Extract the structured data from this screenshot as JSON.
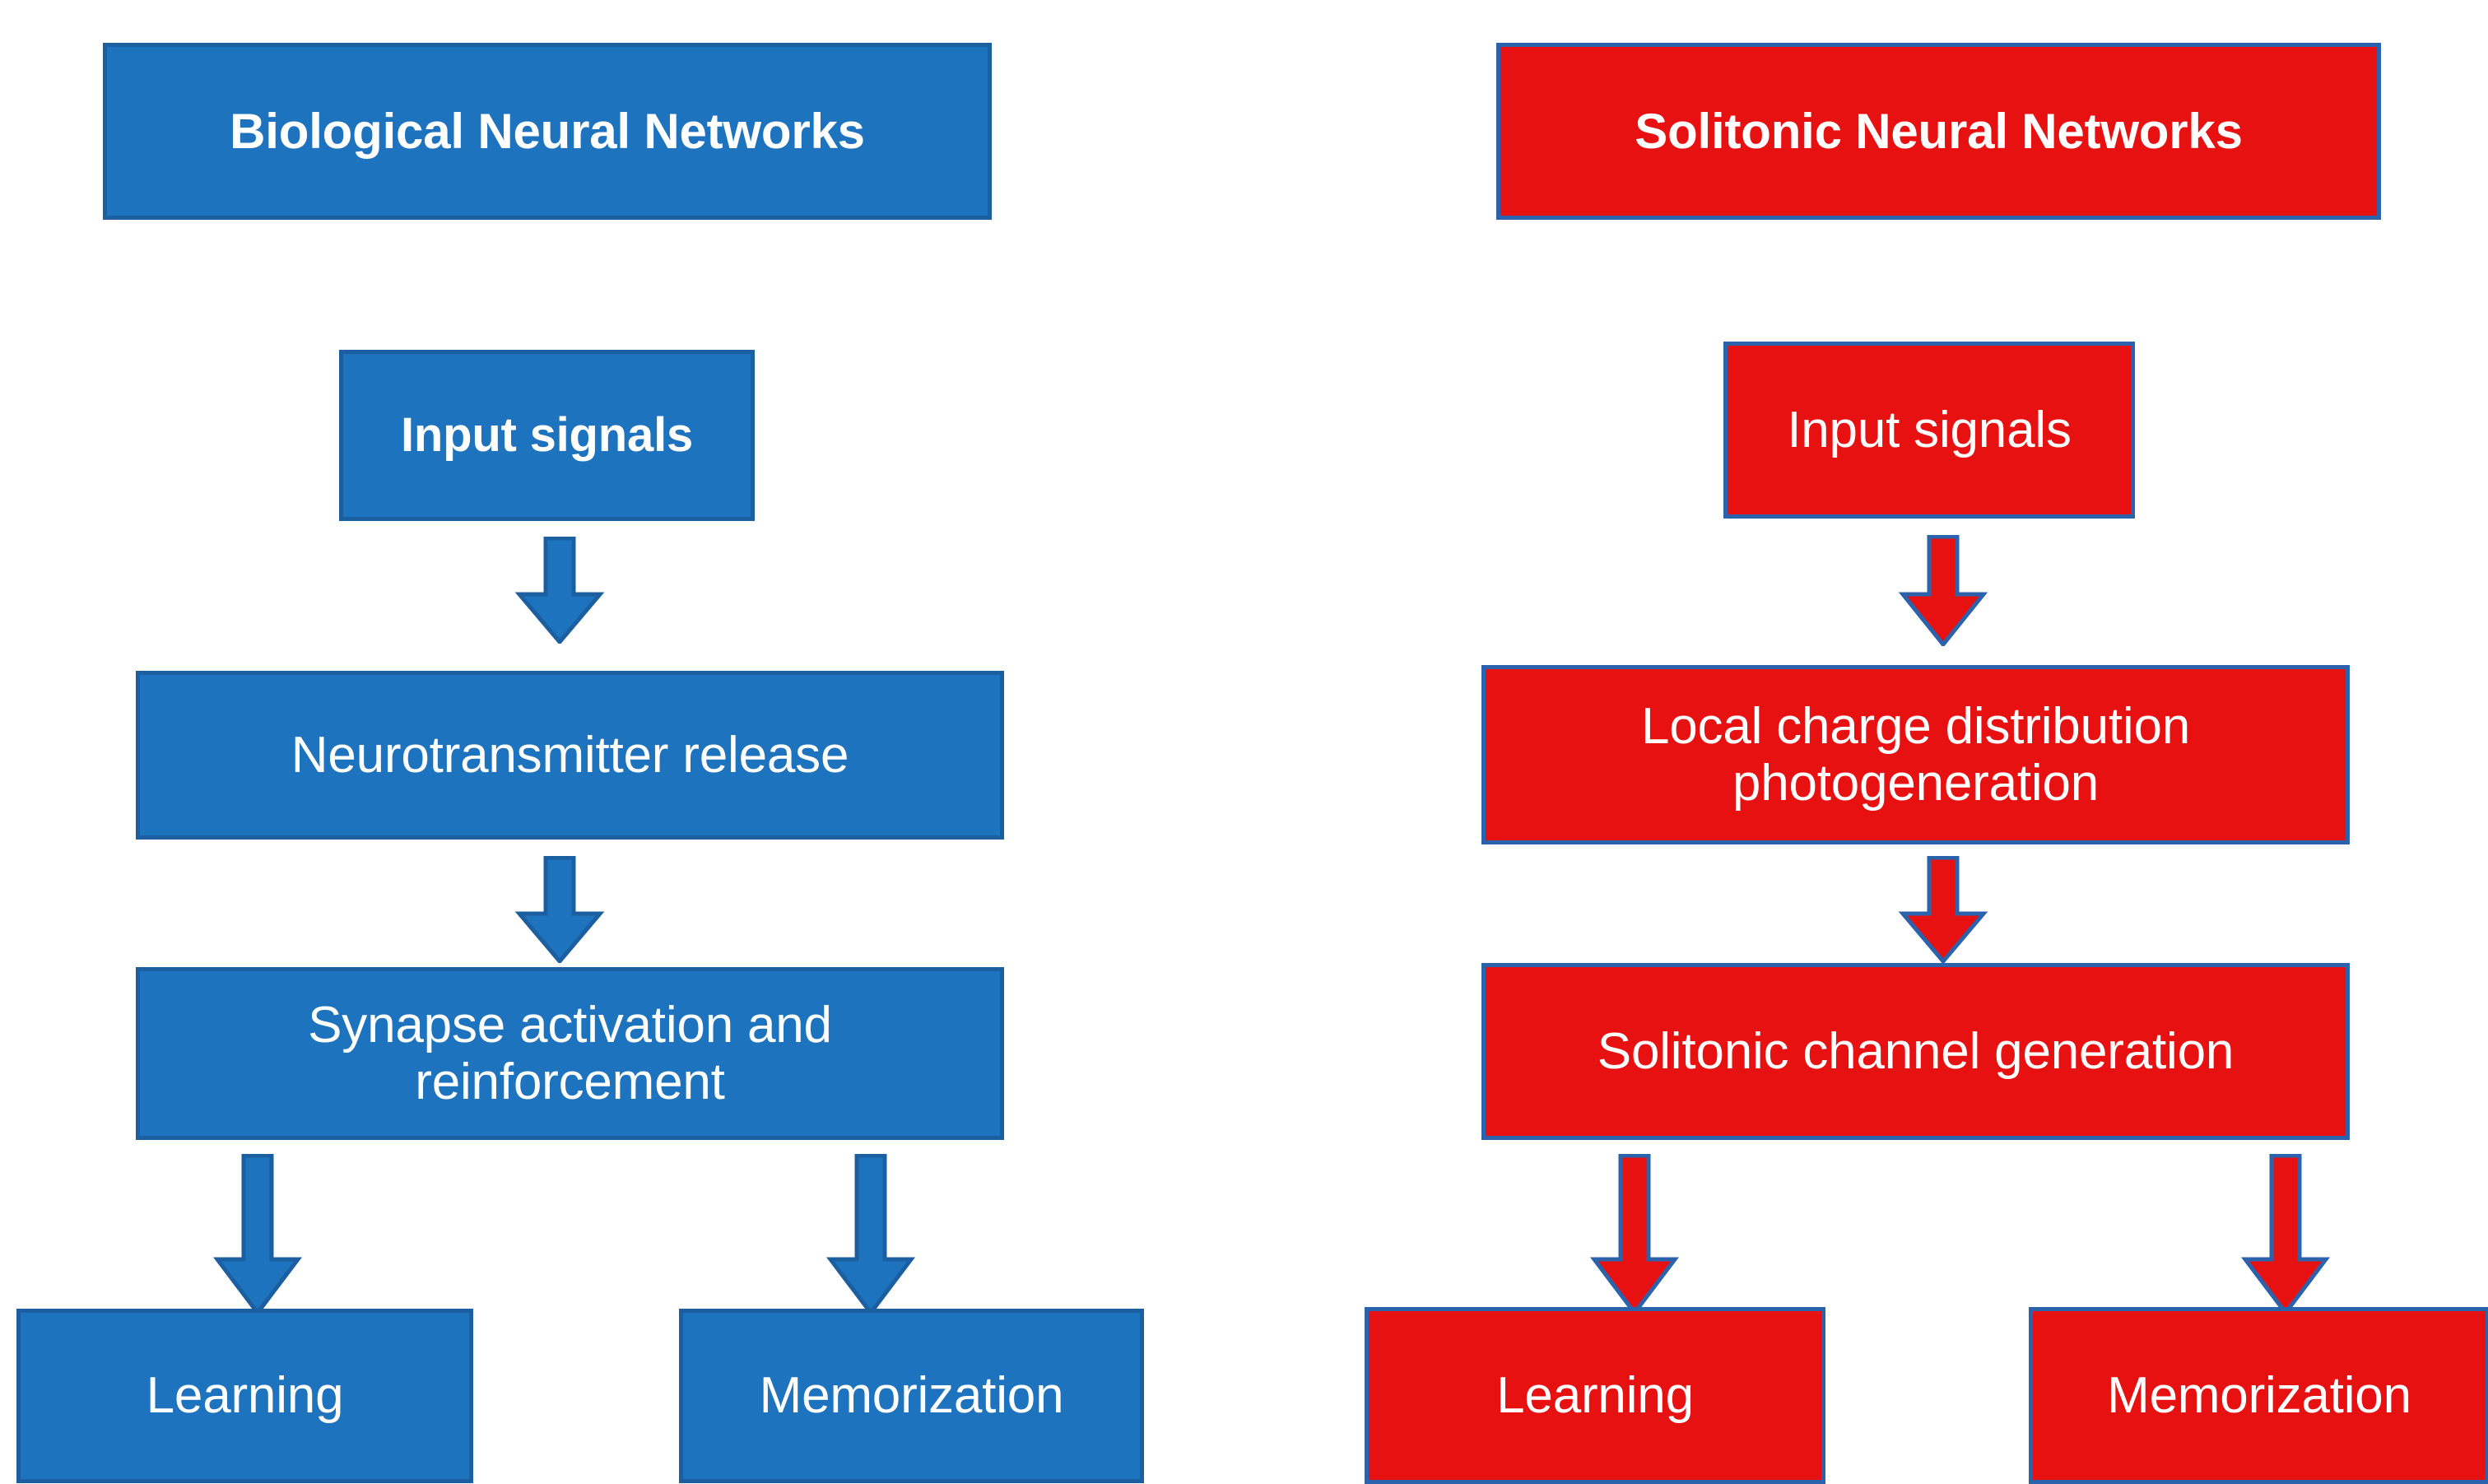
{
  "diagram": {
    "title": "Biological vs Solitonic Neural Networks comparison flowchart",
    "colors": {
      "blue_fill": "#1e73be",
      "blue_border": "#1b5fa0",
      "red_fill": "#e81111",
      "red_border": "#2a62ab",
      "text": "#ffffff",
      "background": "#ffffff"
    },
    "columns": [
      {
        "id": "biological",
        "accent": "#1e73be",
        "heading": "Biological Neural Networks",
        "nodes": [
          {
            "id": "bio-input",
            "label": "Input signals"
          },
          {
            "id": "bio-step1",
            "label": "Neurotransmitter release"
          },
          {
            "id": "bio-step2",
            "label": "Synapse activation and\nreinforcement"
          },
          {
            "id": "bio-out-left",
            "label": "Learning"
          },
          {
            "id": "bio-out-right",
            "label": "Memorization"
          }
        ],
        "arrows": [
          {
            "id": "bio-arrow-1",
            "from": "bio-input",
            "to": "bio-step1",
            "direction": "down"
          },
          {
            "id": "bio-arrow-2",
            "from": "bio-step1",
            "to": "bio-step2",
            "direction": "down"
          },
          {
            "id": "bio-arrow-3",
            "from": "bio-step2",
            "to": "bio-out-left",
            "direction": "down"
          },
          {
            "id": "bio-arrow-4",
            "from": "bio-step2",
            "to": "bio-out-right",
            "direction": "down"
          }
        ]
      },
      {
        "id": "solitonic",
        "accent": "#e81111",
        "heading": "Solitonic Neural Networks",
        "nodes": [
          {
            "id": "sol-input",
            "label": "Input signals"
          },
          {
            "id": "sol-step1",
            "label": "Local charge distribution\nphotogeneration"
          },
          {
            "id": "sol-step2",
            "label": "Solitonic channel generation"
          },
          {
            "id": "sol-out-left",
            "label": "Learning"
          },
          {
            "id": "sol-out-right",
            "label": "Memorization"
          }
        ],
        "arrows": [
          {
            "id": "sol-arrow-1",
            "from": "sol-input",
            "to": "sol-step1",
            "direction": "down"
          },
          {
            "id": "sol-arrow-2",
            "from": "sol-step1",
            "to": "sol-step2",
            "direction": "down"
          },
          {
            "id": "sol-arrow-3",
            "from": "sol-step2",
            "to": "sol-out-left",
            "direction": "down"
          },
          {
            "id": "sol-arrow-4",
            "from": "sol-step2",
            "to": "sol-out-right",
            "direction": "down"
          }
        ]
      }
    ]
  }
}
